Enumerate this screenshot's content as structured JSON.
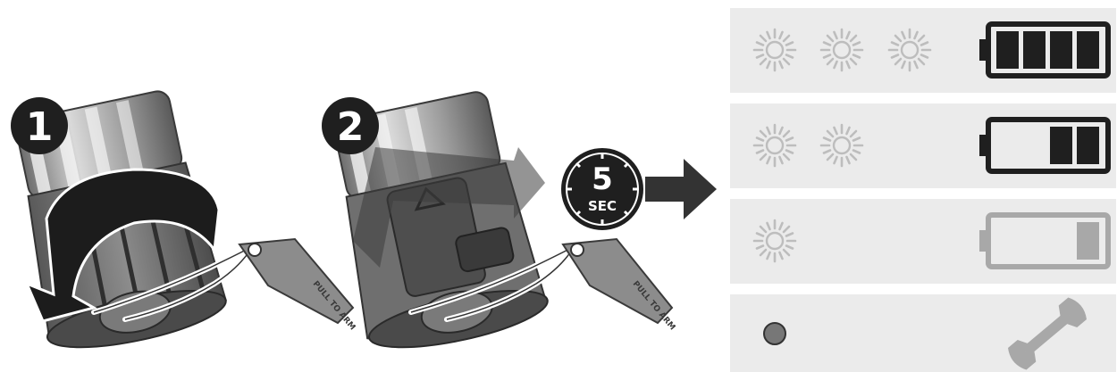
{
  "steps": [
    {
      "number": "1"
    },
    {
      "number": "2"
    }
  ],
  "timer": {
    "value": "5",
    "unit": "SEC"
  },
  "tag_text": "PULL TO ARM",
  "status_rows": [
    {
      "lights": 3,
      "battery_level": 4,
      "battery_style": "full"
    },
    {
      "lights": 2,
      "battery_level": 2,
      "battery_style": "half"
    },
    {
      "lights": 1,
      "battery_level": 1,
      "battery_style": "low"
    },
    {
      "indicator": "dot-icon",
      "tool": "wrench-icon"
    }
  ],
  "colors": {
    "panel": "#ebebeb",
    "dark": "#1f1f1f",
    "light_icon": "#bdbdbd",
    "low_fill": "#a8a8a8",
    "dot": "#777777"
  }
}
